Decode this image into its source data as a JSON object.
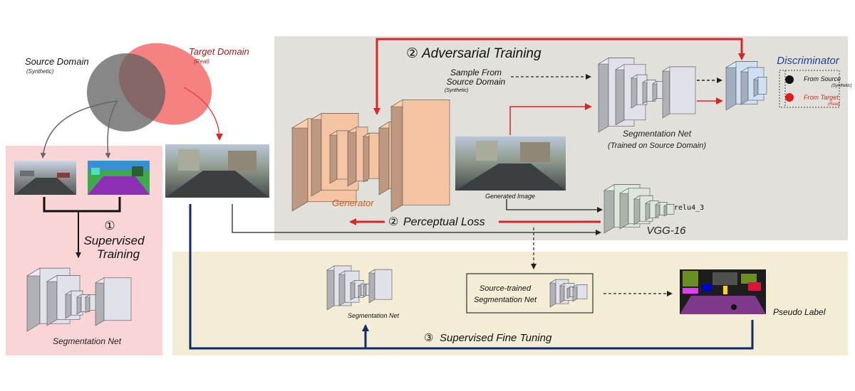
{
  "venn": {
    "source_title": "Source Domain",
    "source_sub": "(Synthetic)",
    "target_title": "Target Domain",
    "target_sub": "(Real)"
  },
  "step1": {
    "number": "①",
    "line1": "Supervised",
    "line2": "Training",
    "net_label": "Segmentation Net"
  },
  "step2a": {
    "number": "②",
    "title": "Adversarial Training",
    "sample_line1": "Sample From",
    "sample_line2": "Source Domain",
    "sample_sub": "(Synthetic)",
    "seg_label": "Segmentation Net",
    "seg_sub": "(Trained on Source Domain)",
    "disc_title": "Discriminator",
    "legend_source": "From Source",
    "legend_source_sub": "(Synthetic)",
    "legend_target": "From Target",
    "legend_target_sub": "(Real)"
  },
  "step2b": {
    "number": "②",
    "title": "Perceptual Loss",
    "generator_label": "Generator",
    "generated_label": "Generated Image",
    "vgg_label": "VGG-16",
    "relu_label": "relu4_3"
  },
  "step3": {
    "number": "③",
    "title": "Supervised Fine Tuning",
    "seg_label": "Segmentation Net",
    "src_trained_line1": "Source-trained",
    "src_trained_line2": "Segmentation Net",
    "pseudo_label": "Pseudo Label"
  },
  "colors": {
    "adv_panel": "#e2e0da",
    "fine_panel": "#f4edd6",
    "source_panel": "#f9d5d6",
    "red_arrow": "#d62828",
    "blue_arrow": "#0f2a6b",
    "generator": "#f5c4a3",
    "discriminator": "#cfe0f5",
    "vgg": "#dce6dc",
    "seg": "#e1e1ea"
  }
}
